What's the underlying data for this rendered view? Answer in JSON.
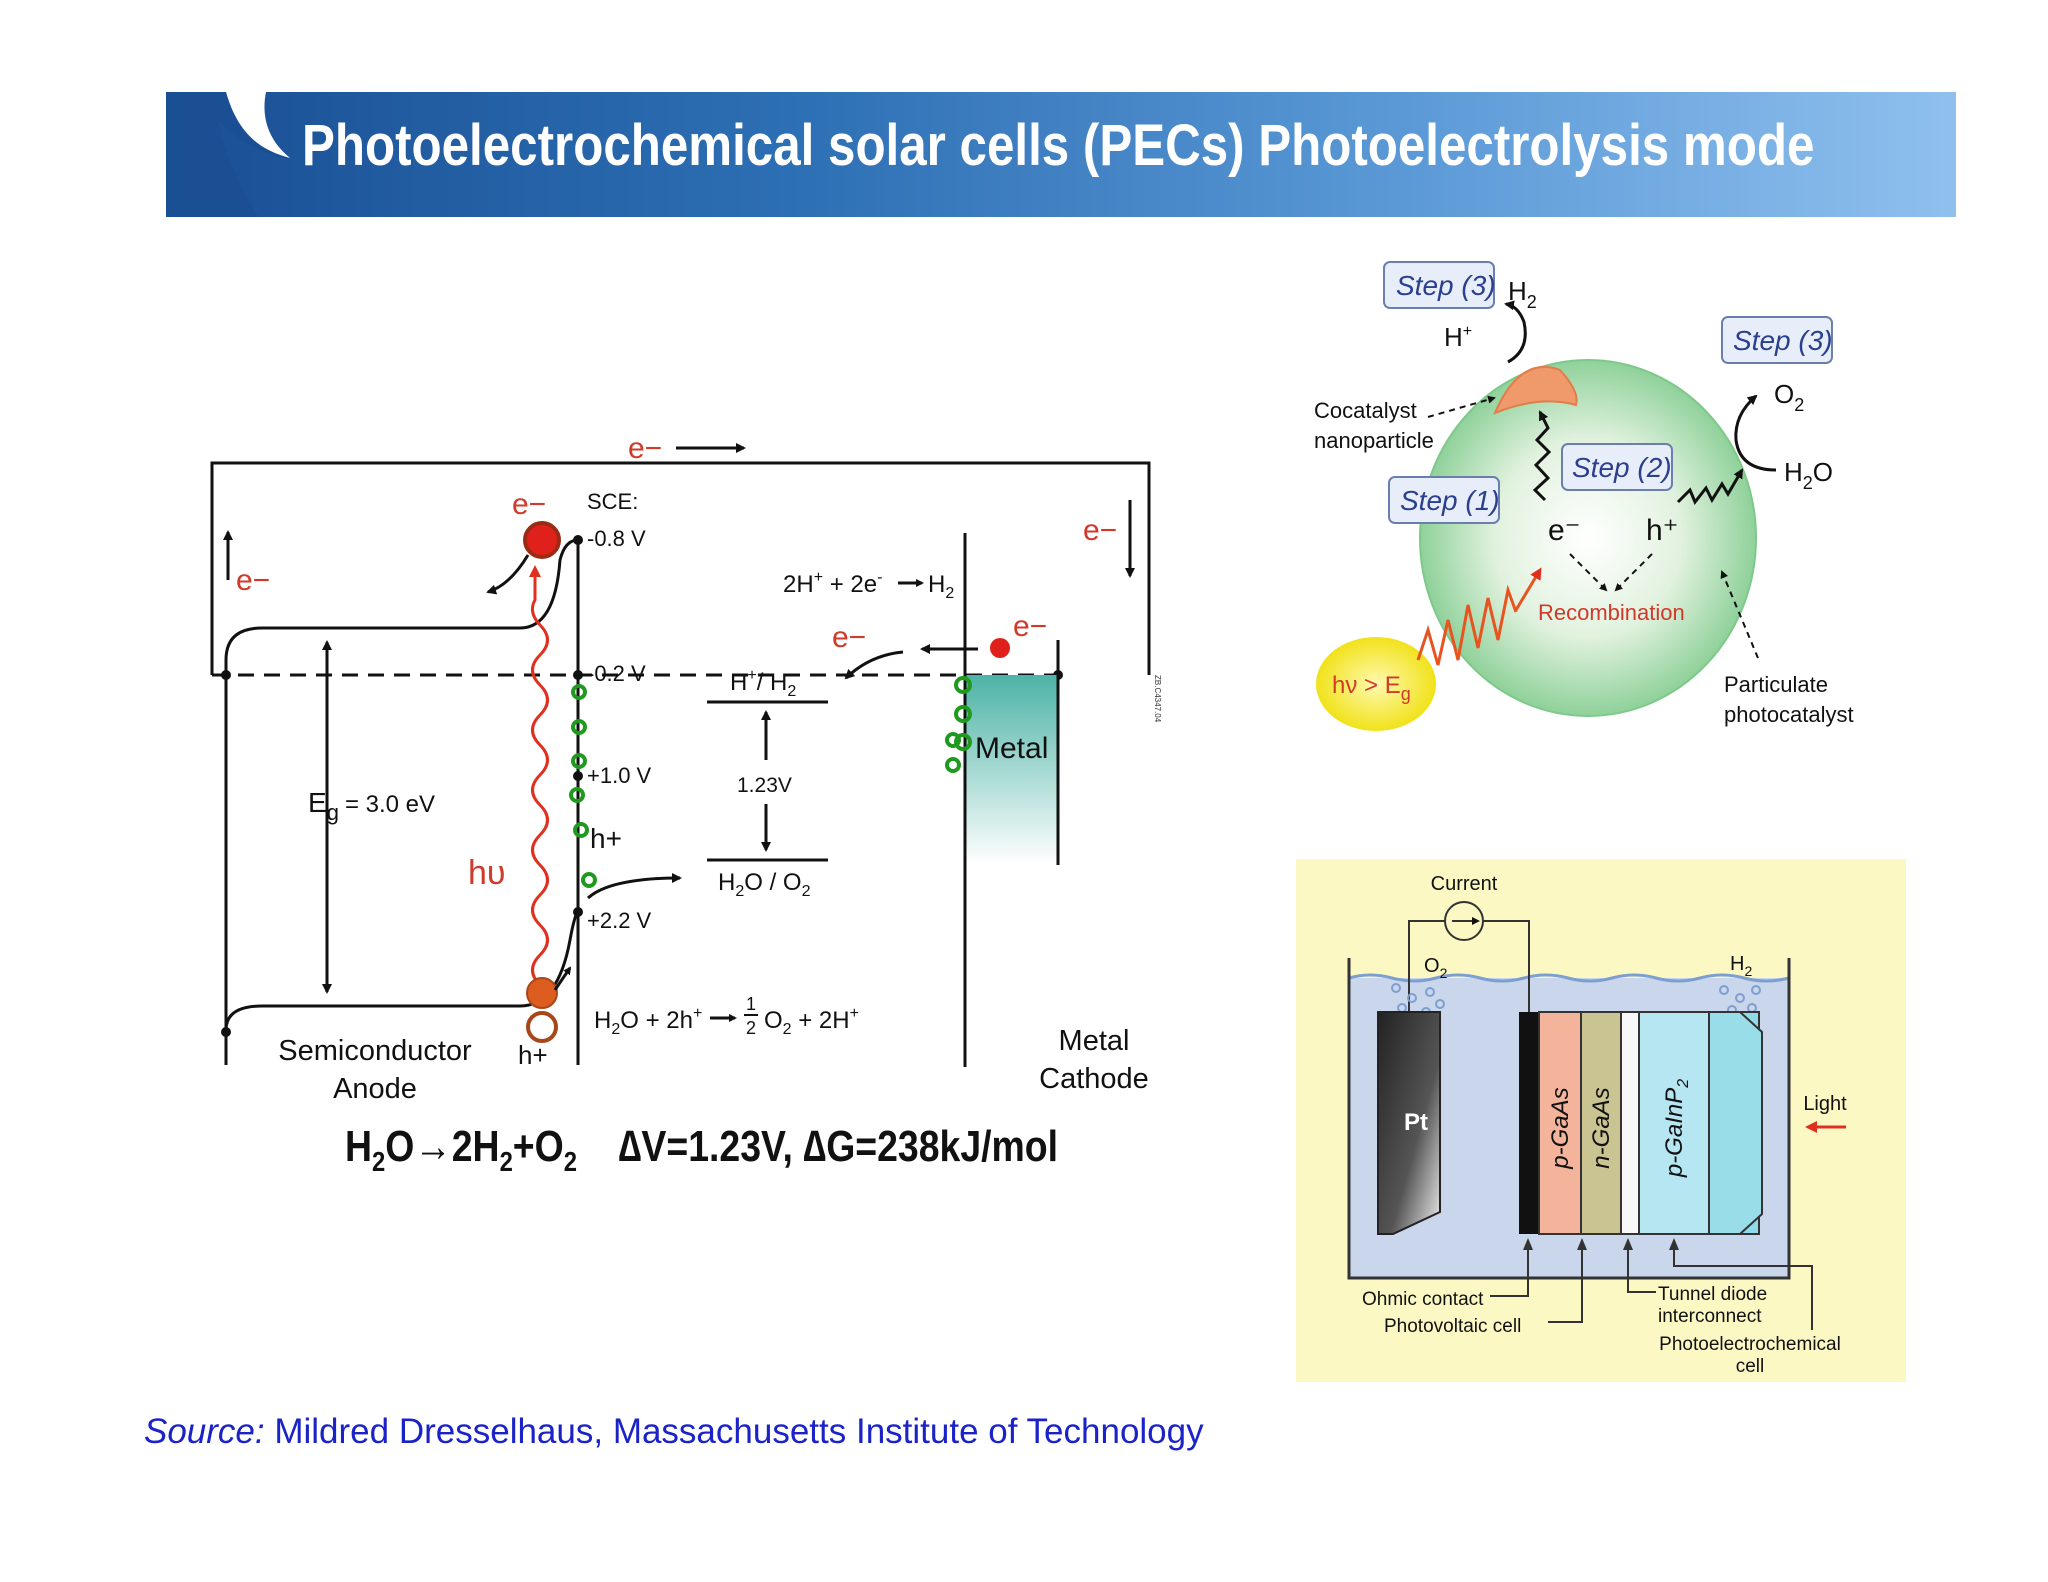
{
  "header": {
    "title": "Photoelectrochemical solar cells (PECs) Photoelectrolysis mode"
  },
  "band_diagram": {
    "e_top": "e−",
    "e_vb_left": "e−",
    "e_cb": "e−",
    "sce": "SCE:",
    "v_m08": "-0.8 V",
    "v_m02": "-0.2 V",
    "v_p10": "+1.0 V",
    "v_p22": "+2.2 V",
    "h_plus_right": "h+",
    "h_plus_bottom": "h+",
    "hv": "hυ",
    "eg_label": "E",
    "eg_sub": "g",
    "eg_value": "= 3.0 eV",
    "reaction_h2": "2H",
    "reaction_h2_sup1": "+",
    "reaction_h2_mid": " + 2e",
    "reaction_h2_sup2": "-",
    "reaction_h2_prod": "H",
    "reaction_h2_sub": "2",
    "e_metal_left": "e−",
    "e_metal_right": "e−",
    "e_circuit_right": "e−",
    "couple_top": "H",
    "couple_top_sup": "+",
    "couple_top_rest": "/ H",
    "couple_top_sub": "2",
    "delta_v": "1.23V",
    "couple_bottom_a": "H",
    "couple_bottom_sub1": "2",
    "couple_bottom_b": "O / O",
    "couple_bottom_sub2": "2",
    "reaction_o2_a": "H",
    "reaction_o2_sub1": "2",
    "reaction_o2_b": "O + 2h",
    "reaction_o2_sup": "+",
    "reaction_o2_half_num": "1",
    "reaction_o2_half_den": "2",
    "reaction_o2_c": "O",
    "reaction_o2_sub2": "2",
    "reaction_o2_d": " + 2H",
    "reaction_o2_sup2": "+",
    "metal": "Metal",
    "semiconductor_1": "Semiconductor",
    "semiconductor_2": "Anode",
    "cathode_1": "Metal",
    "cathode_2": "Cathode",
    "figure_code": "ZB.C4347.04"
  },
  "formula": {
    "reaction": "H₂O→2H₂+O₂",
    "values": "∆V=1.23V, ∆G=238kJ/mol"
  },
  "particle": {
    "step3_left": "Step (3)",
    "step3_right": "Step (3)",
    "step2": "Step (2)",
    "step1": "Step (1)",
    "h2": "H",
    "h2_sub": "2",
    "h_plus": "H",
    "h_plus_sup": "+",
    "o2": "O",
    "o2_sub": "2",
    "h2o_a": "H",
    "h2o_sub": "2",
    "h2o_b": "O",
    "cocatalyst_1": "Cocatalyst",
    "cocatalyst_2": "nanoparticle",
    "electron": "e⁻",
    "hole": "h⁺",
    "recombination": "Recombination",
    "hv": "hν > E",
    "hv_sub": "g",
    "particulate_1": "Particulate",
    "particulate_2": "photocatalyst"
  },
  "tandem": {
    "current": "Current",
    "o2": "O",
    "o2_sub": "2",
    "h2": "H",
    "h2_sub": "2",
    "pt": "Pt",
    "p_gaas": "p-GaAs",
    "n_gaas": "n-GaAs",
    "p_gainp2": "p-GaInP",
    "p_gainp2_sub": "2",
    "light": "Light",
    "ohmic": "Ohmic contact",
    "pv_cell": "Photovoltaic cell",
    "tunnel_1": "Tunnel diode",
    "tunnel_2": "interconnect",
    "pec_1": "Photoelectrochemical",
    "pec_2": "cell"
  },
  "source": {
    "label": "Source:",
    "text": " Mildred Dresselhaus, Massachusetts Institute of Technology"
  },
  "colors": {
    "banner_start": "#1a4f94",
    "banner_end": "#8fc0ee",
    "source_blue": "#1a22c8",
    "photon_red": "#e03020",
    "hole_green": "#1f9a1f",
    "metal_teal": "#5bbfb2",
    "panel_yellow": "#fbf8c4"
  }
}
